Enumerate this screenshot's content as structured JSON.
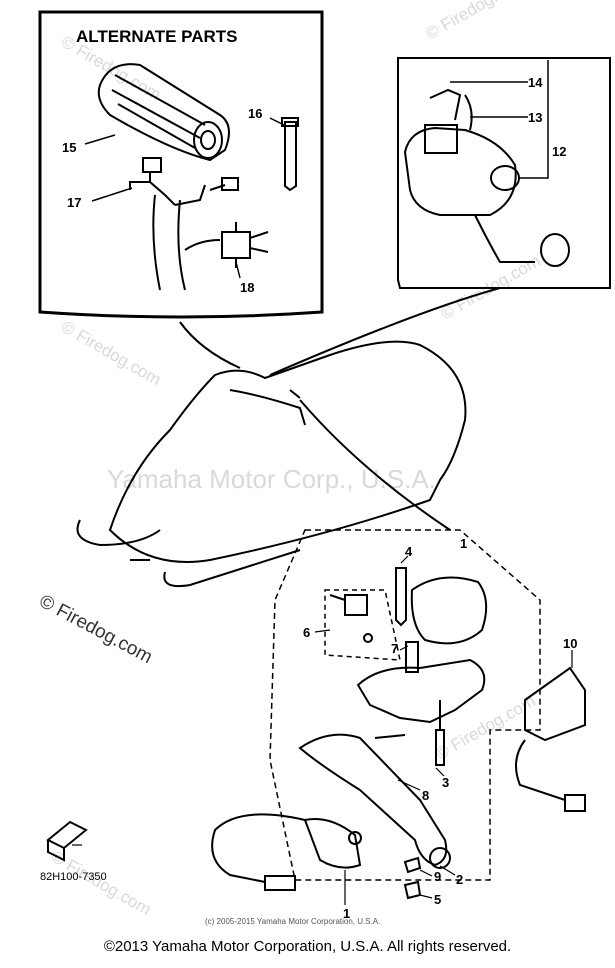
{
  "box_title": "ALTERNATE PARTS",
  "watermarks": {
    "center": "Yamaha Motor Corp., U.S.A.",
    "left_line1": "© Firedog.com",
    "diag": "© Firedog.com"
  },
  "part_labels": {
    "p1_top": "1",
    "p1_bottom": "1",
    "p2": "2",
    "p3": "3",
    "p4": "4",
    "p5": "5",
    "p6": "6",
    "p7": "7",
    "p8": "8",
    "p9": "9",
    "p10": "10",
    "p12": "12",
    "p13": "13",
    "p14": "14",
    "p15": "15",
    "p16": "16",
    "p17": "17",
    "p18": "18"
  },
  "diagram_code": "82H100-7350",
  "small_copyright": "(c) 2005-2015 Yamaha Motor Corporation, U.S.A.",
  "footer": "©2013 Yamaha Motor Corporation, U.S.A. All rights reserved."
}
